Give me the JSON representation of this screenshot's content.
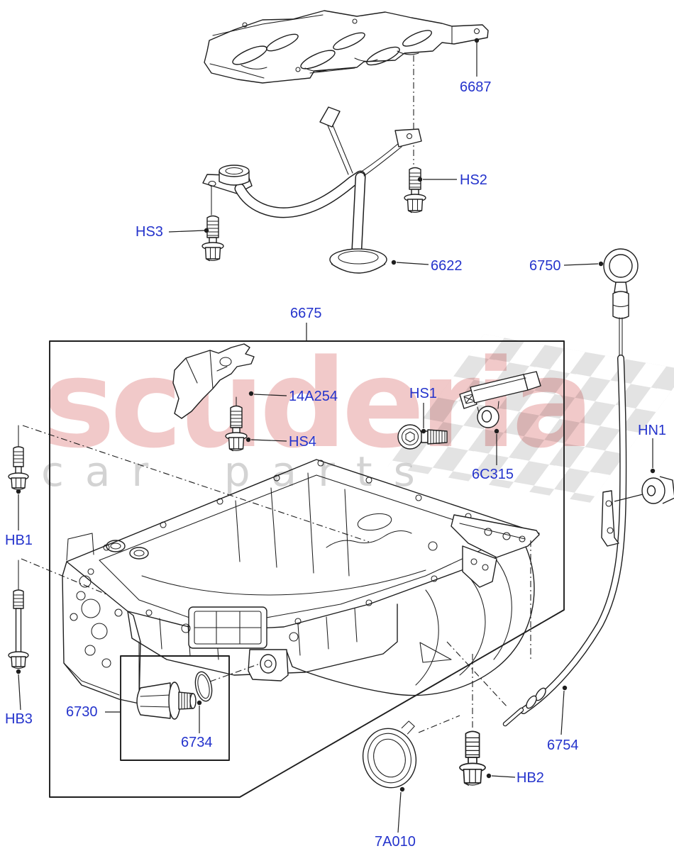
{
  "watermark": {
    "brand": "scuderia",
    "tagline": "car parts"
  },
  "labels": [
    {
      "code": "6687"
    },
    {
      "code": "HS2"
    },
    {
      "code": "HS3"
    },
    {
      "code": "6622"
    },
    {
      "code": "6750"
    },
    {
      "code": "6675"
    },
    {
      "code": "14A254"
    },
    {
      "code": "HS4"
    },
    {
      "code": "HS1"
    },
    {
      "code": "6C315"
    },
    {
      "code": "HN1"
    },
    {
      "code": "HB1"
    },
    {
      "code": "HB3"
    },
    {
      "code": "6730"
    },
    {
      "code": "6734"
    },
    {
      "code": "7A010"
    },
    {
      "code": "HB2"
    },
    {
      "code": "6754"
    }
  ],
  "colors": {
    "label": "#2433cc",
    "line": "#1e1e1e",
    "watermark_pink": "#dd7a7a",
    "watermark_gray": "#c9c9c9",
    "background": "#ffffff"
  }
}
